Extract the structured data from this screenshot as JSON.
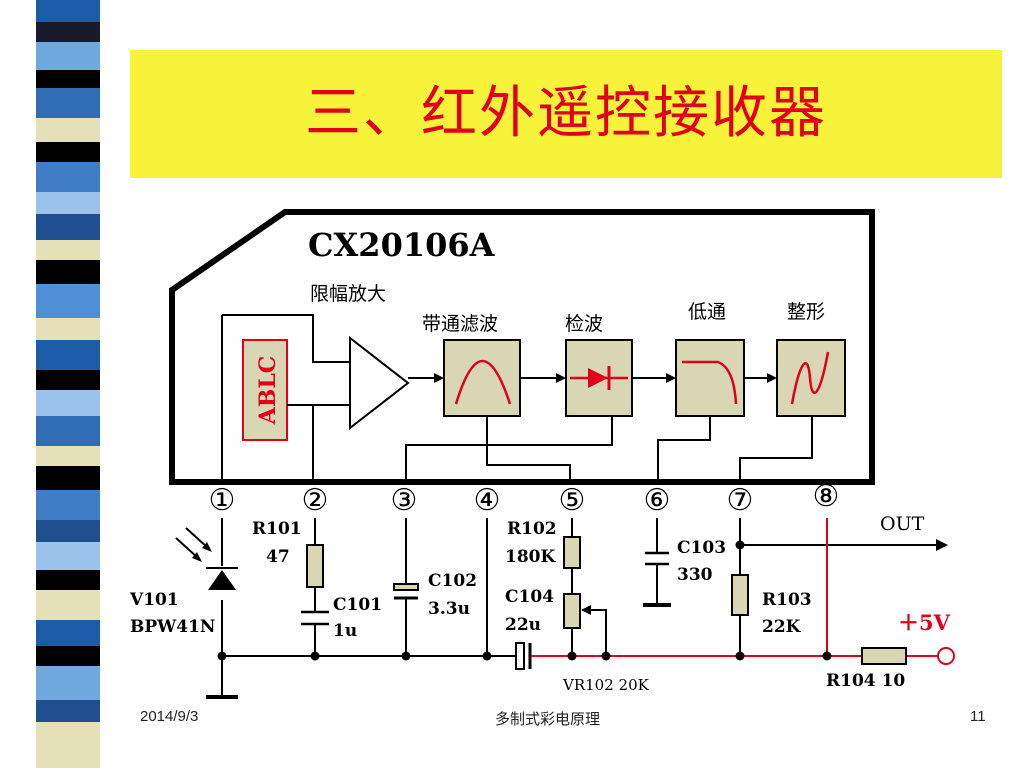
{
  "slide": {
    "title": "三、红外遥控接收器",
    "date": "2014/9/3",
    "course": "多制式彩电原理",
    "page": "11"
  },
  "chip": {
    "name": "CX20106A",
    "ablc": "ABLC",
    "stage_limit_amp": "限幅放大",
    "stage_bandpass": "带通滤波",
    "stage_detect": "检波",
    "stage_lowpass": "低通",
    "stage_shaping": "整形"
  },
  "pins": [
    "①",
    "②",
    "③",
    "④",
    "⑤",
    "⑥",
    "⑦",
    "⑧"
  ],
  "components": {
    "r101_name": "R101",
    "r101_value": "47",
    "c101_name": "C101",
    "c101_value": "1u",
    "c102_name": "C102",
    "c102_value": "3.3u",
    "r102_name": "R102",
    "r102_value": "180K",
    "c104_name": "C104",
    "c104_value": "22u",
    "c103_name": "C103",
    "c103_value": "330",
    "r103_name": "R103",
    "r103_value": "22K",
    "v101_name": "V101",
    "v101_value": "BPW41N",
    "vr102": "VR102  20K",
    "r104": "R104  10",
    "out_label": "OUT",
    "supply_label": "＋5V"
  },
  "colors": {
    "title_bg": "#f7f23a",
    "title_text": "#e0001b",
    "block_fill": "#d9d6b3",
    "power_line": "#e0001b"
  }
}
